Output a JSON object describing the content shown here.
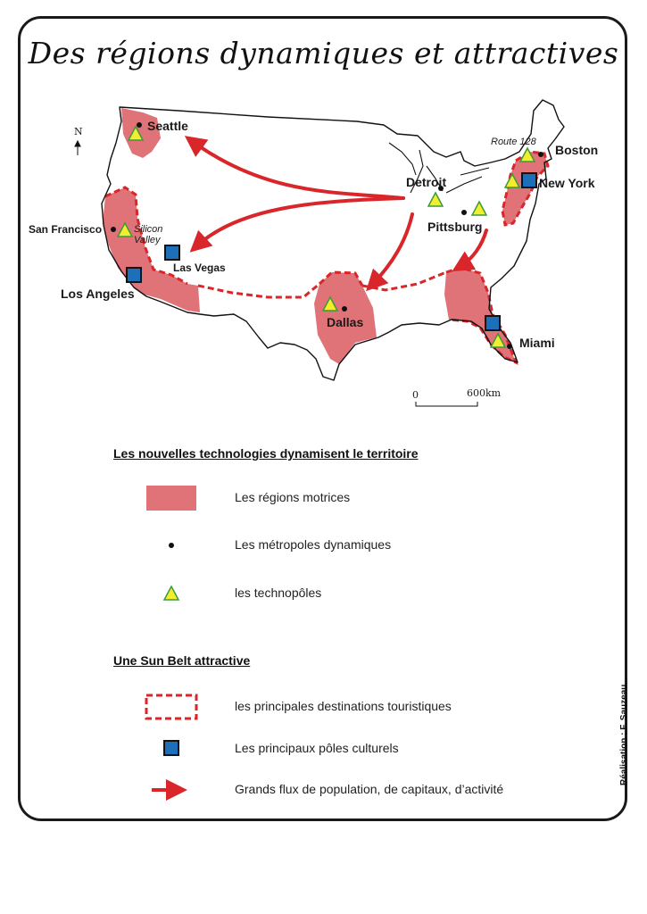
{
  "title": "Des régions dynamiques et attractives",
  "map": {
    "north_label": "N",
    "cities": {
      "seattle": "Seattle",
      "san_francisco": "San Francisco",
      "silicon_valley_1": "Silicon",
      "silicon_valley_2": "Valley",
      "las_vegas": "Las Vegas",
      "los_angeles": "Los Angeles",
      "dallas": "Dallas",
      "detroit": "Detroit",
      "pittsburg": "Pittsburg",
      "route_128": "Route 128",
      "boston": "Boston",
      "new_york": "New York",
      "miami": "Miami"
    },
    "scale": {
      "zero": "0",
      "distance": "600km"
    }
  },
  "legend": {
    "section1_title": "Les nouvelles technologies dynamisent le territoire",
    "regions_motrices": "Les régions motrices",
    "metropoles": "Les métropoles dynamiques",
    "technopoles": "les technopôles",
    "section2_title": "Une Sun Belt attractive",
    "destinations": "les principales destinations touristiques",
    "poles_culturels": "Les principaux pôles culturels",
    "flux": "Grands flux de population, de capitaux, d’activité"
  },
  "credit": "Réalisation : F. Sauzeau",
  "colors": {
    "region_fill": "#e07377",
    "tourism_red": "#d8262a",
    "culture_blue": "#1c6fb8",
    "techno_yellow": "#f2ee2e",
    "techno_green": "#3b9b3b",
    "flux_red": "#d8262a"
  }
}
